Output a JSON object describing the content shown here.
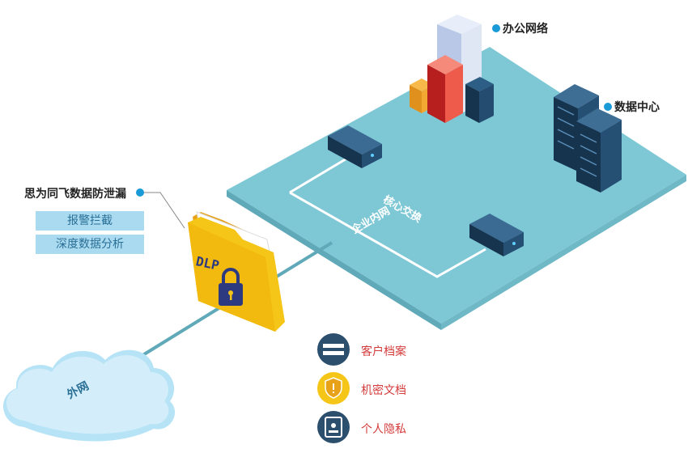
{
  "labels": {
    "office_network": "办公网络",
    "data_center": "数据中心",
    "core_switch": "核心交换",
    "enterprise_intranet": "企业内网",
    "dlp_product": "思为同飞数据防泄漏",
    "internet": "外网",
    "folder_text": "DLP"
  },
  "features": [
    "报警拦截",
    "深度数据分析"
  ],
  "legend": [
    {
      "label": "客户档案",
      "icon": "login-panel-icon"
    },
    {
      "label": "机密文档",
      "icon": "shield-icon"
    },
    {
      "label": "个人隐私",
      "icon": "id-card-icon"
    }
  ],
  "colors": {
    "platform": "#8fcfdc",
    "accent_dot": "#1a9ad7",
    "legend_text": "#d43b3b",
    "folder": "#f5c518",
    "cloud": "#c8ebfa"
  }
}
